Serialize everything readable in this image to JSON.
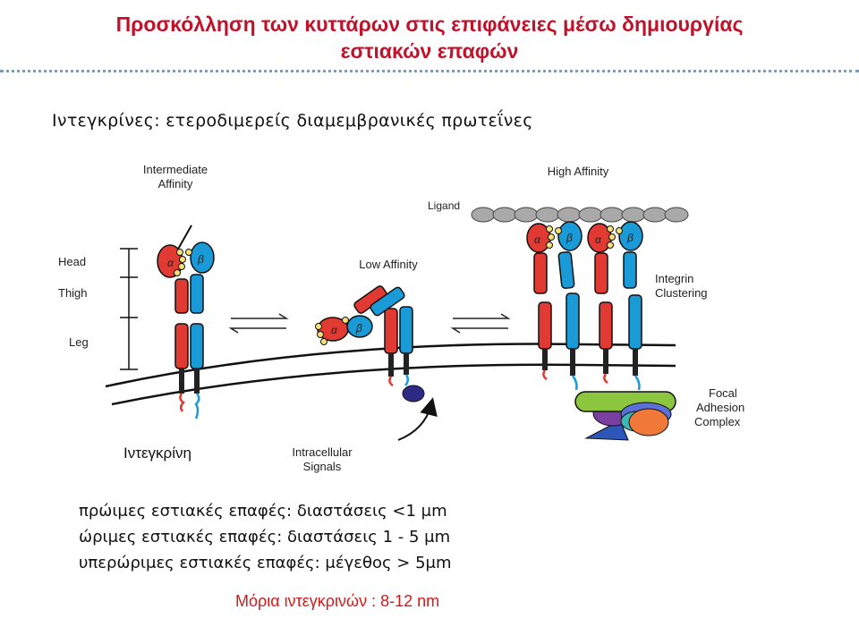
{
  "title": {
    "line1": "Προσκόλληση των κυττάρων στις επιφάνειες μέσω δημιουργίας",
    "line2": "εστιακών επαφών"
  },
  "subtitle": "Ιντεγκρίνες: ετεροδιμερείς διαμεμβρανικές πρωτεΐνες",
  "figure": {
    "intermediate_affinity": [
      "Intermediate",
      "Affinity"
    ],
    "low_affinity": "Low Affinity",
    "high_affinity": "High Affinity",
    "ligand": "Ligand",
    "integrin_clustering": [
      "Integrin",
      "Clustering"
    ],
    "focal_adhesion_complex": [
      "Focal",
      "Adhesion",
      "Complex"
    ],
    "intracellular_signals": [
      "Intracellular",
      "Signals"
    ],
    "domains": {
      "head": "Head",
      "thigh": "Thigh",
      "leg": "Leg"
    },
    "integrin_label": "Ιντεγκρίνη",
    "alpha": "α",
    "beta": "β",
    "colors": {
      "alpha": "#e03a32",
      "beta": "#1a9ad6",
      "ligand": "#a9a9a9"
    }
  },
  "facts": [
    "πρώιμες εστιακές επαφές: διαστάσεις <1 μm",
    "ώριμες εστιακές επαφές: διαστάσεις 1 - 5 μm",
    "υπερώριμες εστιακές επαφές: μέγεθος > 5μm"
  ],
  "note": "Μόρια ιντεγκρινών : 8-12 nm"
}
